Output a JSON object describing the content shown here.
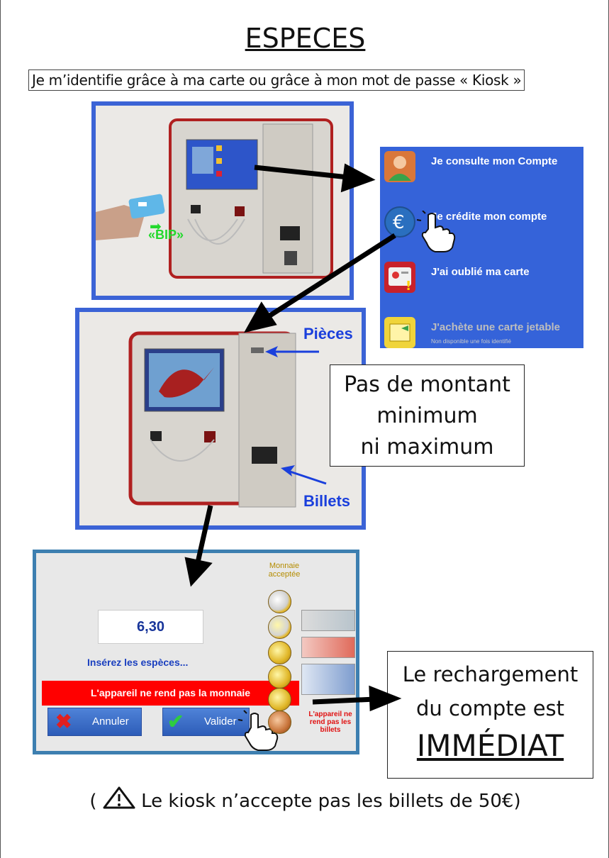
{
  "title": "ESPECES",
  "subtitle": "Je m’identifie grâce à ma carte ou grâce à mon mot de passe « Kiosk »",
  "photo1": {
    "bip_label": "«BIP»"
  },
  "menu": {
    "items": [
      {
        "label": "Je consulte mon Compte",
        "icon": "user-icon"
      },
      {
        "label": "Je crédite mon compte",
        "icon": "euro-icon"
      },
      {
        "label": "J'ai oublié ma carte",
        "icon": "id-card-icon"
      },
      {
        "label": "J'achète une carte jetable",
        "sub": "Non disponible une fois identifié",
        "icon": "card-icon"
      }
    ]
  },
  "photo2": {
    "coins_label": "Pièces",
    "bills_label": "Billets"
  },
  "note_amount": {
    "line1": "Pas de montant",
    "line2": "minimum",
    "line3": "ni maximum"
  },
  "kiosk_screen": {
    "amount": "6,30",
    "insert_text": "Insérez les espèces...",
    "warning": "L'appareil ne rend pas la monnaie",
    "cancel_label": "Annuler",
    "validate_label": "Valider",
    "coins_accepted": "Monnaie acceptée",
    "no_bills_change": "L'appareil ne rend pas les billets"
  },
  "note_immediate": {
    "line1": "Le rechargement",
    "line2": "du compte est",
    "line3": "IMMÉDIAT"
  },
  "footer": {
    "prefix": "(",
    "text": "Le kiosk n’accepte pas les billets de 50€)"
  },
  "colors": {
    "frame_blue": "#3b63d6",
    "menu_blue": "#3563d9",
    "warning_red": "#ff0000",
    "arrow": "#000000"
  }
}
